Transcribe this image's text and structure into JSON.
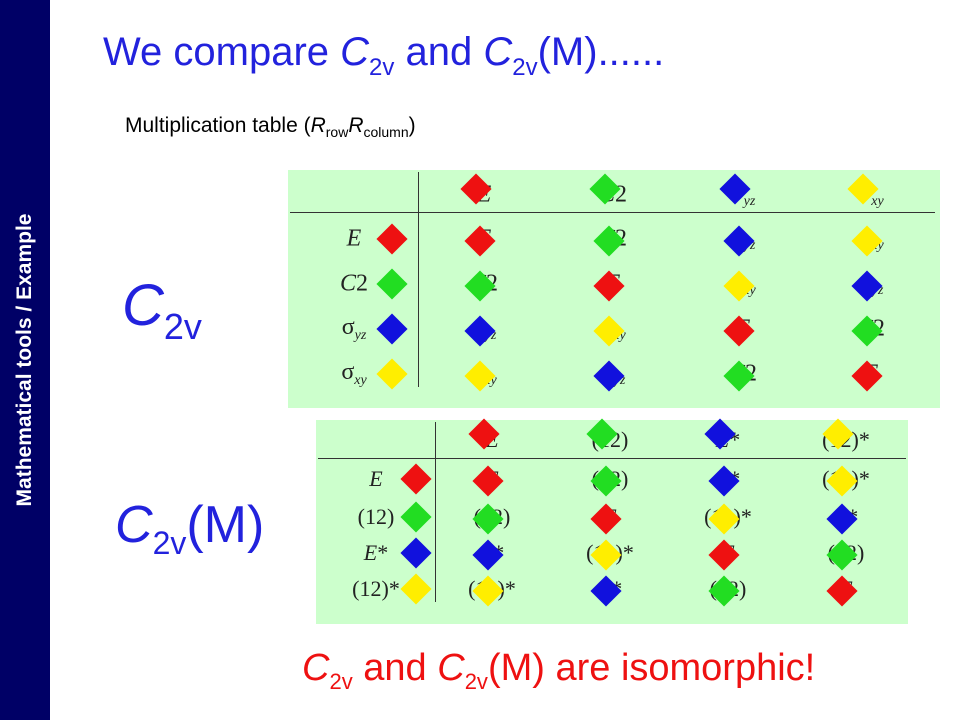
{
  "sidebar": {
    "text": "Mathematical tools / Example",
    "color": "#000066"
  },
  "title": {
    "prefix": "We compare ",
    "c1": "C",
    "c1_sub": "2v",
    "mid": " and ",
    "c2": "C",
    "c2_sub": "2v",
    "suffix": "(M)......"
  },
  "subtitle": {
    "prefix": "Multiplication table (",
    "r1": "R",
    "r1_sub": "row",
    "r2": "R",
    "r2_sub": "column",
    "suffix": ")"
  },
  "group1_label": {
    "main": "C",
    "sub": "2v"
  },
  "group2_label": {
    "main": "C",
    "sub": "2v",
    "suffix": "(M)"
  },
  "conclusion": {
    "c1": "C",
    "c1_sub": "2v",
    "mid": " and ",
    "c2": "C",
    "c2_sub": "2v",
    "suffix": "(M) are isomorphic!"
  },
  "colors": {
    "title": "#2222dd",
    "conclusion": "#ee1111",
    "panel": "#ccffcc",
    "E": "#ee1111",
    "C2": "#22dd22",
    "syz": "#1111dd",
    "sxy": "#ffee00"
  },
  "table1": {
    "col_headers": [
      "E",
      "C2",
      "σyz",
      "σxy"
    ],
    "rows": [
      {
        "label": "E",
        "cells": [
          "E",
          "C2",
          "σyz",
          "σxy"
        ]
      },
      {
        "label": "C2",
        "cells": [
          "C2",
          "E",
          "σxy",
          "σyz"
        ]
      },
      {
        "label": "σyz",
        "cells": [
          "σyz",
          "σxy",
          "E",
          "C2"
        ]
      },
      {
        "label": "σxy",
        "cells": [
          "σxy",
          "σyz",
          "C2",
          "E"
        ]
      }
    ]
  },
  "table2": {
    "col_headers": [
      "E",
      "(12)",
      "E*",
      "(12)*"
    ],
    "rows": [
      {
        "label": "E",
        "cells": [
          "E",
          "(12)",
          "E*",
          "(12)*"
        ]
      },
      {
        "label": "(12)",
        "cells": [
          "(12)",
          "E",
          "(12)*",
          "E*"
        ]
      },
      {
        "label": "E*",
        "cells": [
          "E*",
          "(12)*",
          "E",
          "(12)"
        ]
      },
      {
        "label": "(12)*",
        "cells": [
          "(12)*",
          "E*",
          "(12)",
          "E"
        ]
      }
    ]
  }
}
